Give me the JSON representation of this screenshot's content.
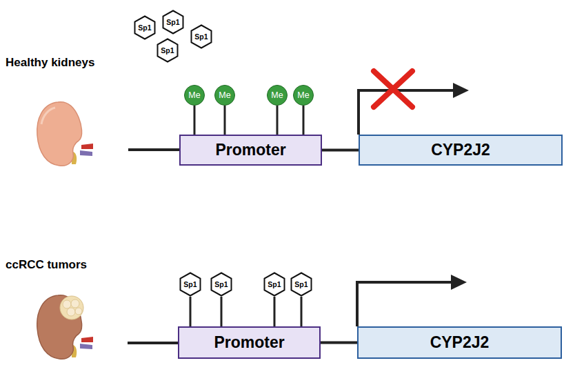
{
  "diagram": {
    "nodes": [
      {
        "text": [
          "Sp1"
        ]
      },
      {
        "text": [
          "Sp1"
        ]
      },
      {
        "text": [
          "Sp1"
        ]
      },
      {
        "text": [
          "Sp1"
        ]
      },
      {
        "text": [
          "Me"
        ]
      },
      {
        "text": [
          "Me"
        ]
      },
      {
        "text": [
          "Me"
        ]
      },
      {
        "text": [
          "Me"
        ]
      },
      {
        "text": [
          "Promoter"
        ]
      },
      {
        "text": [
          "CYP2J2"
        ]
      },
      {
        "text": [
          "Sp1"
        ]
      },
      {
        "text": [
          "Sp1"
        ]
      },
      {
        "text": [
          "Sp1"
        ]
      },
      {
        "text": [
          "Sp1"
        ]
      },
      {
        "text": [
          "Promoter"
        ]
      },
      {
        "text": [
          "CYP2J2"
        ]
      }
    ],
    "edges": [
      {
        "from": 4,
        "to": 8,
        "arrow": "none"
      },
      {
        "from": 5,
        "to": 8,
        "arrow": "none"
      },
      {
        "from": 6,
        "to": 8,
        "arrow": "none"
      },
      {
        "from": 7,
        "to": 8,
        "arrow": "none"
      },
      {
        "from": 8,
        "to": 9,
        "arrow": "none"
      },
      {
        "from": 10,
        "to": 14,
        "arrow": "none"
      },
      {
        "from": 11,
        "to": 14,
        "arrow": "none"
      },
      {
        "from": 12,
        "to": 14,
        "arrow": "none"
      },
      {
        "from": 13,
        "to": 14,
        "arrow": "none"
      },
      {
        "from": 14,
        "to": 15,
        "arrow": "none"
      }
    ],
    "labels": [
      "Healthy kidneys",
      "ccRCC tumors"
    ]
  }
}
